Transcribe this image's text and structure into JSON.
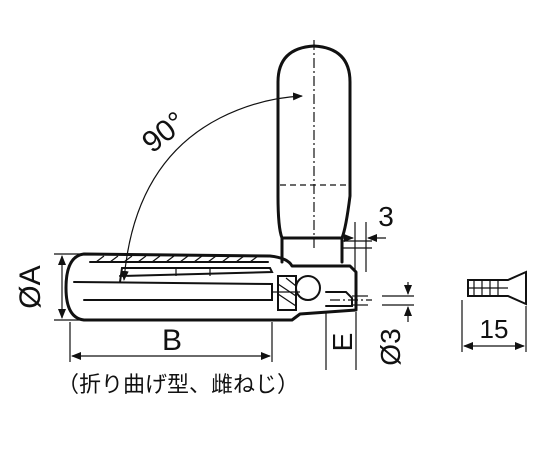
{
  "labels": {
    "angle": "90°",
    "dim_a": "ØA",
    "dim_b": "B",
    "dim_3_top": "3",
    "dim_e": "E",
    "dim_dia3": "Ø3",
    "dim_15": "15",
    "caption": "（折り曲げ型、雌ねじ）"
  }
}
